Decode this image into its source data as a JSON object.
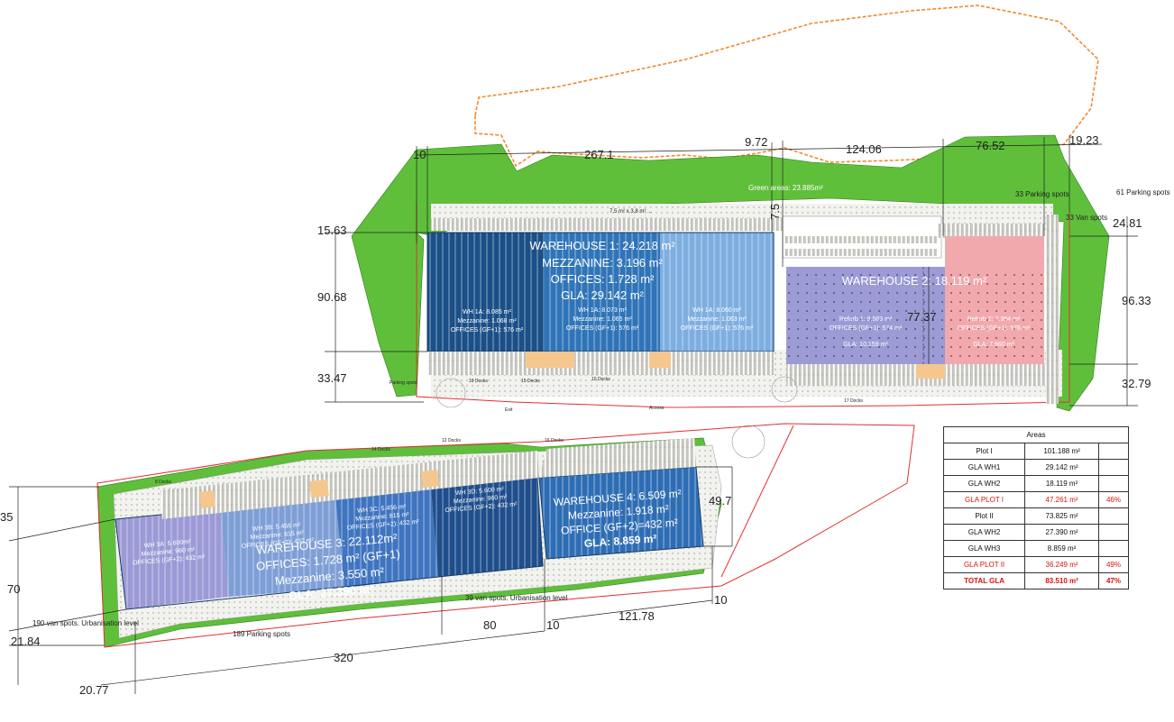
{
  "dimensions": {
    "top_a": "10",
    "top_b": "267.1",
    "top_c": "9.72",
    "top_d": "124.06",
    "top_e": "76.52",
    "top_f": "19.23",
    "left_a": "15.63",
    "left_b": "90.68",
    "left_c": "33.47",
    "right_a": "24.81",
    "right_b": "96.33",
    "right_c": "32.79",
    "mid_7_5": "7.5",
    "mid_77_37": "77.37",
    "mid_49_7": "49.7",
    "low_35": "35",
    "low_70": "70",
    "low_21_84": "21.84",
    "low_20_77": "20.77",
    "low_320": "320",
    "low_80": "80",
    "low_10a": "10",
    "low_121_78": "121.78",
    "low_10b": "10"
  },
  "labels": {
    "green_areas": "Green areas: 23.885m²",
    "parking_61": "61 Parking spots",
    "parking_33": "33 Parking spots",
    "van_33": "33 Van spots",
    "spots_39": "39 van spots. Urbanisation level",
    "spots_190": "190 van spots. Urbanisation level",
    "parking_189": "189 Parking spots",
    "top_strip": "7.5 m² x 3.8 m² ...",
    "docks_14": "14 Docks",
    "docks_12": "12 Docks",
    "docks_16": "16 Docks",
    "docks_8": "8 Docks",
    "docks_10a": "10 Docks",
    "docks_10b": "10 Docks",
    "docks_15": "15 Docks",
    "docks_17": "17 Docks",
    "parking_spots_small": "Parking spots",
    "access": "Access",
    "exit": "Exit"
  },
  "warehouse1": {
    "title": "WAREHOUSE 1:  24.218 m²",
    "mezz": "MEZZANINE: 3.196 m²",
    "offices": "OFFICES: 1.728 m²",
    "gla": "GLA: 29.142 m²",
    "a": {
      "name": "WH 1A:  8.085 m²",
      "mezz": "Mezzanine: 1.068 m²",
      "off": "OFFICES (GF+1): 576 m²"
    },
    "b": {
      "name": "WH 1A:  8.073 m²",
      "mezz": "Mezzanine: 1.065 m²",
      "off": "OFFICES (GF+1): 576 m²"
    },
    "c": {
      "name": "WH 1A:  8.060 m²",
      "mezz": "Mezzanine: 1.063 m²",
      "off": "OFFICES (GF+1): 576 m²"
    }
  },
  "warehouse2": {
    "title": "WAREHOUSE 2:  18.119 m²",
    "r1": {
      "name": "Refurb 1: 9.583 m²",
      "off": "OFFICES (GF+1): 574 m²",
      "gla": "GLA: 10.159 m²"
    },
    "r2": {
      "name": "Refurb 2: 7.384 m²",
      "off": "OFFICES (GF+1): 576 m²",
      "gla": "GLA: 7.960 m²"
    }
  },
  "warehouse3": {
    "title": "WAREHOUSE 3:  22.112m²",
    "offices": "OFFICES: 1.728 m² (GF+1)",
    "mezz": "Mezzanine: 3.550 m²",
    "gla": "GLA: 27.390 m²",
    "a": {
      "name": "WH 3A:  5.600m²",
      "mezz": "Mezzanine: 960 m²",
      "off": "OFFICES (GF+2): 432 m²"
    },
    "b": {
      "name": "WH 3B:  5.456 m²",
      "mezz": "Mezzanine: 815 m²",
      "off": "OFFICES (GF+2): 432 m²"
    },
    "c": {
      "name": "WH 3C:  5.456 m²",
      "mezz": "Mezzanine: 815 m²",
      "off": "OFFICES (GF+2): 432 m²"
    },
    "d": {
      "name": "WH 3D:  5.600 m²",
      "mezz": "Mezzanine: 960 m²",
      "off": "OFFICES (GF+2): 432 m²"
    }
  },
  "warehouse4": {
    "title": "WAREHOUSE 4:  6.509 m²",
    "mezz": "Mezzanine: 1.918 m²",
    "office": "OFFICE (GF+2)=432 m²",
    "gla": "GLA: 8.859 m²"
  },
  "areas_table": {
    "header": "Areas",
    "rows": [
      {
        "label": "Plot I",
        "value": "101.188 m²",
        "pct": ""
      },
      {
        "label": "GLA WH1",
        "value": "29.142 m²",
        "pct": ""
      },
      {
        "label": "GLA WH2",
        "value": "18.119 m²",
        "pct": ""
      },
      {
        "label": "GLA PLOT I",
        "value": "47.261 m²",
        "pct": "46%"
      },
      {
        "label": "Plot II",
        "value": "73.825 m²",
        "pct": ""
      },
      {
        "label": "GLA WH2",
        "value": "27.390 m²",
        "pct": ""
      },
      {
        "label": "GLA WH3",
        "value": "8.859 m²",
        "pct": ""
      },
      {
        "label": "GLA PLOT II",
        "value": "36.249 m²",
        "pct": "49%"
      },
      {
        "label": "TOTAL GLA",
        "value": "83.510 m²",
        "pct": "47%"
      }
    ]
  },
  "colors": {
    "green": "#5fbf3a",
    "wh1_dark": "#1a4f87",
    "wh1_mid": "#2f74b8",
    "wh1_light": "#7eaee0",
    "wh2_lilac": "#9d9bd6",
    "wh2_pink": "#f2a9ae",
    "wh3_lilac": "#9b9ad6",
    "wh3_blue": "#3f74c0",
    "wh3_dark": "#1f4e8c",
    "wh4": "#2e6db4",
    "plot_outline": "#e03030",
    "route": "#f08a30"
  }
}
